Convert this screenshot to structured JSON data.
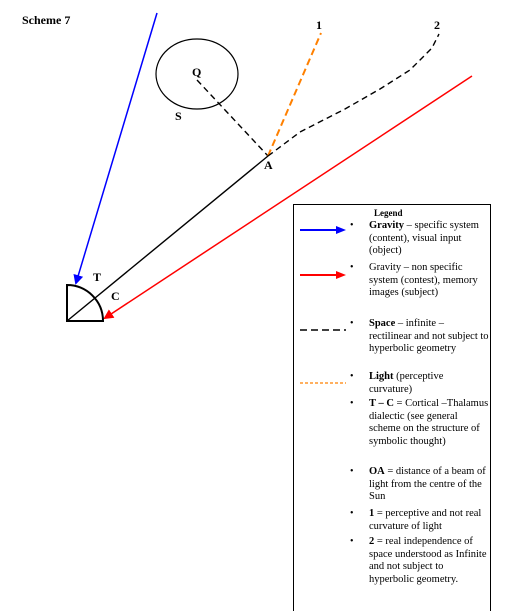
{
  "title": "Scheme 7",
  "labels": {
    "Q": "Q",
    "S": "S",
    "A": "A",
    "T": "T",
    "C": "C",
    "one": "1",
    "two": "2"
  },
  "colors": {
    "gravity_specific": "#0000ff",
    "gravity_non_specific": "#ff0000",
    "space": "#000000",
    "light": "#ff8000"
  },
  "legend": {
    "title": "Legend",
    "items": [
      {
        "bold": "Gravity",
        "text": " – specific system (content), visual input (object)"
      },
      {
        "bold": "",
        "text": "Gravity – non specific system (contest), memory images (subject)"
      },
      {
        "bold": "Space",
        "text": " – infinite – rectilinear and not subject to hyperbolic geometry"
      },
      {
        "bold": "Light",
        "text": " (perceptive curvature)"
      },
      {
        "bold": "T – C",
        "text": " = Cortical –Thalamus dialectic (see general scheme on the structure of symbolic thought)"
      },
      {
        "bold": "OA",
        "text": " = distance of a beam of light from the centre of the Sun"
      },
      {
        "bold": "1",
        "text": " = perceptive and not real curvature of light"
      },
      {
        "bold": "2",
        "text": " = real independence of space understood as Infinite and not subject to hyperbolic geometry."
      }
    ]
  }
}
